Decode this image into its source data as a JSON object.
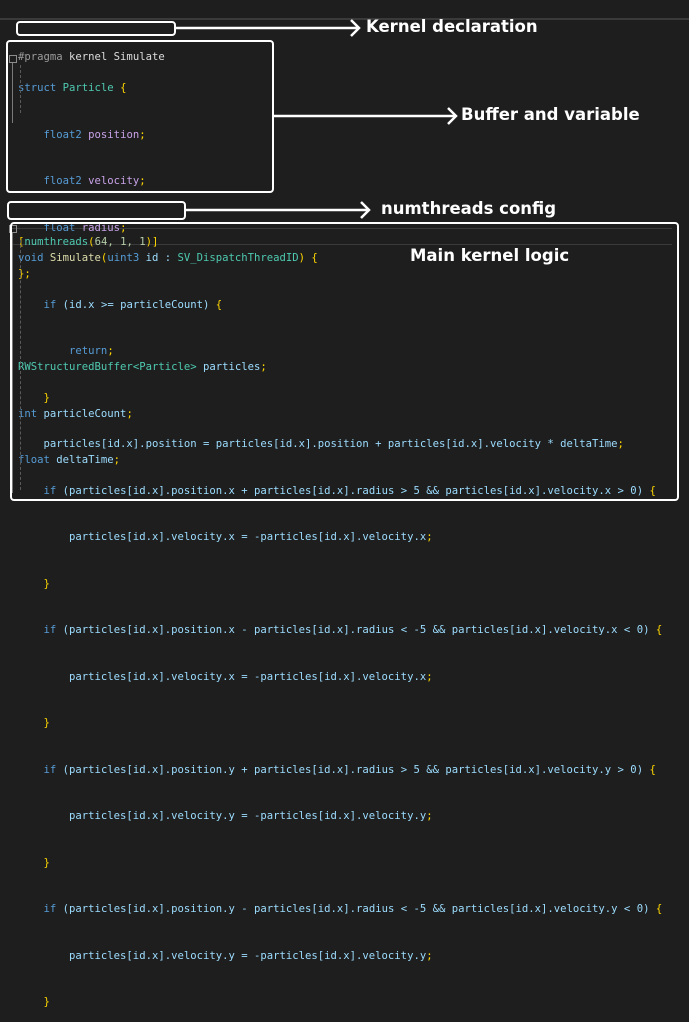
{
  "annotations": {
    "kernel_declaration": "Kernel declaration",
    "buffer_and_variable": "Buffer and variable",
    "numthreads_config": "numthreads config",
    "main_kernel_logic": "Main kernel logic"
  },
  "colors": {
    "background": "#1e1e1e",
    "annotation_box": "#ffffff",
    "keyword": "#569cd6",
    "type": "#4ec9b0",
    "function": "#dcdcaa",
    "bracket": "#ffd700",
    "field": "#c8a2e8",
    "variable": "#9cdcfe"
  },
  "code": {
    "pragma": "#pragma",
    "pragma_rest": " kernel Simulate",
    "struct_kw": "struct",
    "struct_name": " Particle ",
    "field1_type": "float2",
    "field1_name": " position",
    "field2_type": "float2",
    "field2_name": " velocity",
    "field3_type": "float",
    "field3_name": " radius",
    "buffer_type": "RWStructuredBuffer",
    "buffer_generic": "<Particle>",
    "buffer_name": " particles",
    "int_kw": "int",
    "count_name": " particleCount",
    "float_kw": "float",
    "dt_name": " deltaTime",
    "numthreads_attr": "numthreads",
    "numthreads_args": "64, 1, 1",
    "void_kw": "void",
    "func_name": " Simulate",
    "param_type": "uint3",
    "param_name": " id : ",
    "semantic": "SV_DispatchThreadID",
    "lines": {
      "if1": "(id.x >= particleCount) ",
      "return": "return",
      "update": "particles[id.x].position = particles[id.x].position + particles[id.x].velocity * deltaTime",
      "cond_px_pos": "(particles[id.x].position.x + particles[id.x].radius > 5 && particles[id.x].velocity.x > 0) ",
      "body_vx": "particles[id.x].velocity.x = -particles[id.x].velocity.x",
      "cond_px_neg": "(particles[id.x].position.x - particles[id.x].radius < -5 && particles[id.x].velocity.x < 0) ",
      "cond_py_pos": "(particles[id.x].position.y + particles[id.x].radius > 5 && particles[id.x].velocity.y > 0) ",
      "body_vy": "particles[id.x].velocity.y = -particles[id.x].velocity.y",
      "cond_py_neg": "(particles[id.x].position.y - particles[id.x].radius < -5 && particles[id.x].velocity.y < 0) "
    }
  }
}
